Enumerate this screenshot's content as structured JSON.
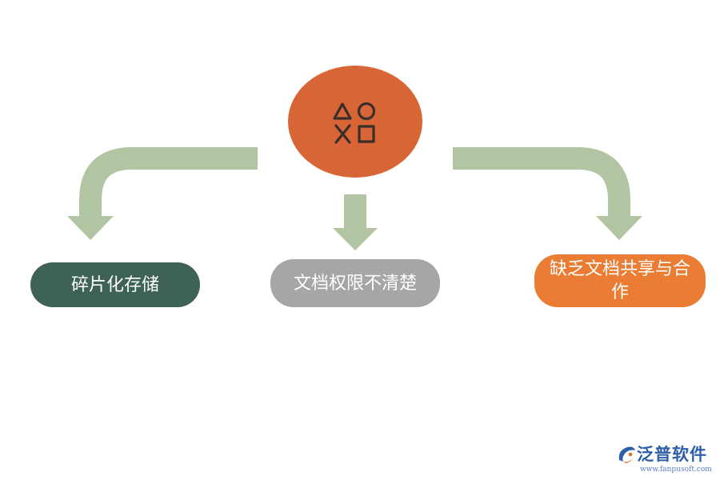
{
  "colors": {
    "arrow": "#b2c5a2",
    "center_circle": "#d86536",
    "center_icon": "#3a2e2a",
    "pill_left": "#3f6257",
    "pill_middle": "#a6a6a6",
    "pill_right": "#ea7c33",
    "logo_text": "#2f5ea8",
    "logo_url": "#5a7fc0"
  },
  "center": {
    "icon": "shapes-icon"
  },
  "branches": [
    {
      "label": "碎片化存储"
    },
    {
      "label": "文档权限不清楚"
    },
    {
      "label": "缺乏文档共享与合作"
    }
  ],
  "logo": {
    "name": "泛普软件",
    "url": "www.fanpusoft.com",
    "icon": "fanpu-logo-icon"
  }
}
